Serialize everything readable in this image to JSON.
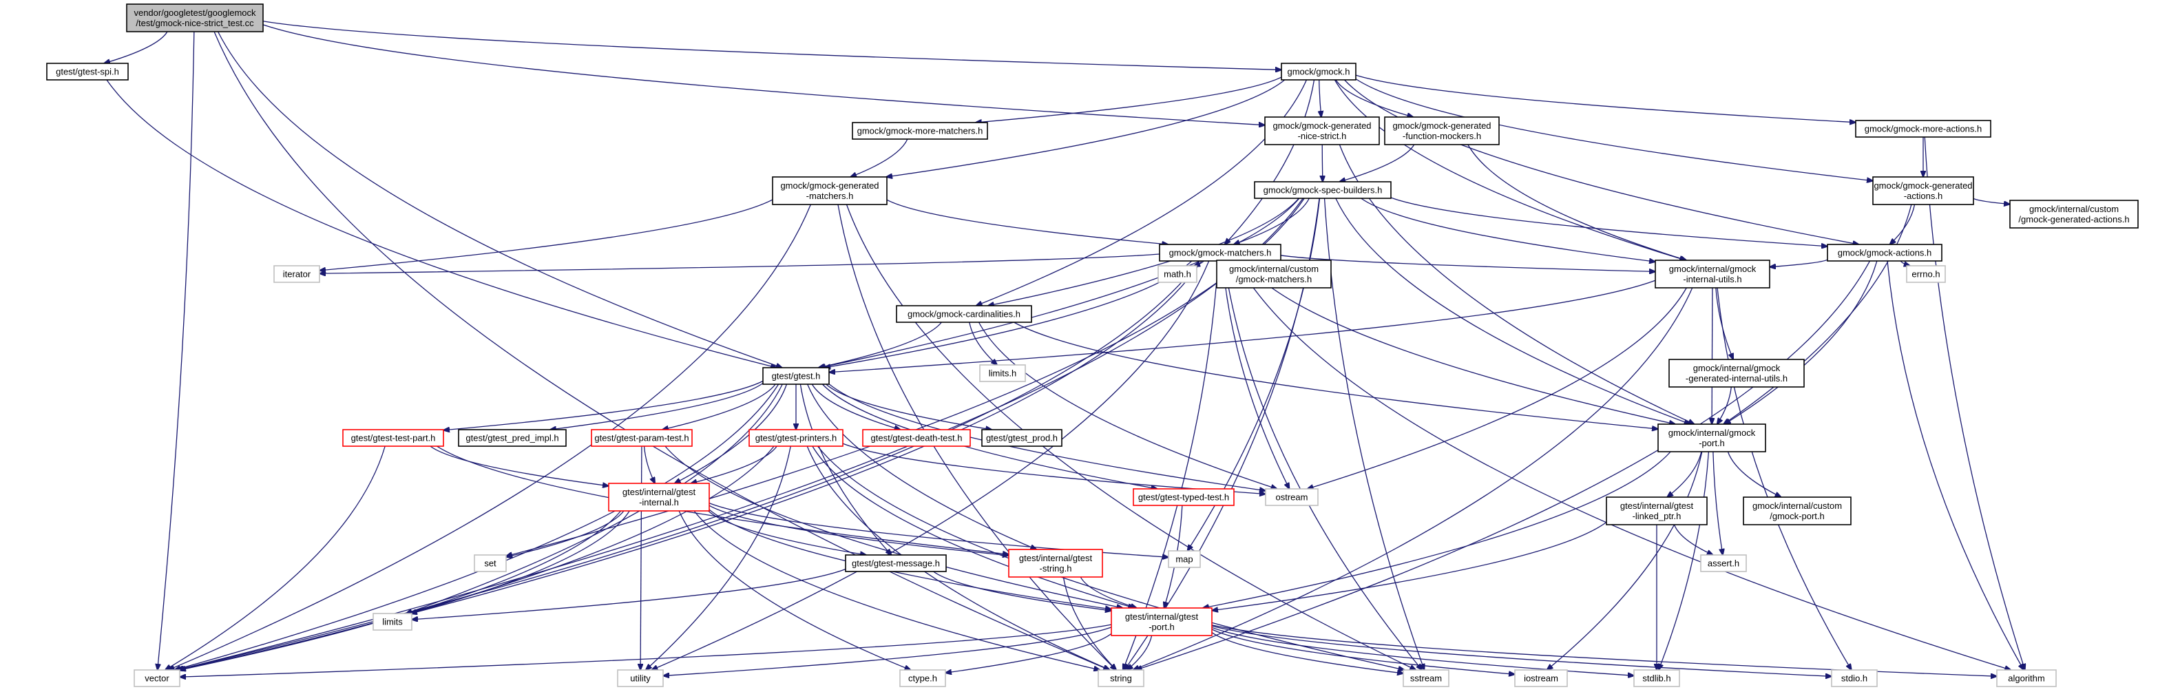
{
  "title": "vendor/googletest/googlemock/test/gmock-nice-strict_test.cc",
  "colors": {
    "edge": "#191970",
    "node_border_normal": "#000000",
    "node_border_incomplete": "#ff0000",
    "node_border_system": "#bfbfbf",
    "root_fill": "#bfbfbf"
  },
  "nodes": {
    "root": {
      "lines": [
        "vendor/googletest/googlemock",
        "/test/gmock-nice-strict_test.cc"
      ]
    },
    "gtest_spi": {
      "lines": [
        "gtest/gtest-spi.h"
      ]
    },
    "gmock_h": {
      "lines": [
        "gmock/gmock.h"
      ]
    },
    "more_matchers": {
      "lines": [
        "gmock/gmock-more-matchers.h"
      ]
    },
    "gen_nice_strict": {
      "lines": [
        "gmock/gmock-generated",
        "-nice-strict.h"
      ]
    },
    "gen_func_mockers": {
      "lines": [
        "gmock/gmock-generated",
        "-function-mockers.h"
      ]
    },
    "more_actions": {
      "lines": [
        "gmock/gmock-more-actions.h"
      ]
    },
    "gen_matchers": {
      "lines": [
        "gmock/gmock-generated",
        "-matchers.h"
      ]
    },
    "spec_builders": {
      "lines": [
        "gmock/gmock-spec-builders.h"
      ]
    },
    "gen_actions": {
      "lines": [
        "gmock/gmock-generated",
        "-actions.h"
      ]
    },
    "custom_gen_actions": {
      "lines": [
        "gmock/internal/custom",
        "/gmock-generated-actions.h"
      ]
    },
    "matchers": {
      "lines": [
        "gmock/gmock-matchers.h"
      ]
    },
    "actions": {
      "lines": [
        "gmock/gmock-actions.h"
      ]
    },
    "iterator": {
      "lines": [
        "iterator"
      ]
    },
    "math": {
      "lines": [
        "math.h"
      ]
    },
    "custom_matchers": {
      "lines": [
        "gmock/internal/custom",
        "/gmock-matchers.h"
      ]
    },
    "internal_utils": {
      "lines": [
        "gmock/internal/gmock",
        "-internal-utils.h"
      ]
    },
    "errno": {
      "lines": [
        "errno.h"
      ]
    },
    "cardinalities": {
      "lines": [
        "gmock/gmock-cardinalities.h"
      ]
    },
    "limits_h": {
      "lines": [
        "limits.h"
      ]
    },
    "gtest_h": {
      "lines": [
        "gtest/gtest.h"
      ]
    },
    "gen_internal_utils": {
      "lines": [
        "gmock/internal/gmock",
        "-generated-internal-utils.h"
      ]
    },
    "test_part": {
      "lines": [
        "gtest/gtest-test-part.h"
      ]
    },
    "pred_impl": {
      "lines": [
        "gtest/gtest_pred_impl.h"
      ]
    },
    "param_test": {
      "lines": [
        "gtest/gtest-param-test.h"
      ]
    },
    "printers": {
      "lines": [
        "gtest/gtest-printers.h"
      ]
    },
    "death_test": {
      "lines": [
        "gtest/gtest-death-test.h"
      ]
    },
    "prod": {
      "lines": [
        "gtest/gtest_prod.h"
      ]
    },
    "gmock_port": {
      "lines": [
        "gmock/internal/gmock",
        "-port.h"
      ]
    },
    "typed_test": {
      "lines": [
        "gtest/gtest-typed-test.h"
      ]
    },
    "ostream": {
      "lines": [
        "ostream"
      ]
    },
    "gtest_internal": {
      "lines": [
        "gtest/internal/gtest",
        "-internal.h"
      ]
    },
    "linked_ptr": {
      "lines": [
        "gtest/internal/gtest",
        "-linked_ptr.h"
      ]
    },
    "custom_port": {
      "lines": [
        "gmock/internal/custom",
        "/gmock-port.h"
      ]
    },
    "set": {
      "lines": [
        "set"
      ]
    },
    "message": {
      "lines": [
        "gtest/gtest-message.h"
      ]
    },
    "gtest_string": {
      "lines": [
        "gtest/internal/gtest",
        "-string.h"
      ]
    },
    "map": {
      "lines": [
        "map"
      ]
    },
    "assert": {
      "lines": [
        "assert.h"
      ]
    },
    "limits": {
      "lines": [
        "limits"
      ]
    },
    "gtest_port": {
      "lines": [
        "gtest/internal/gtest",
        "-port.h"
      ]
    },
    "vector": {
      "lines": [
        "vector"
      ]
    },
    "utility": {
      "lines": [
        "utility"
      ]
    },
    "ctype": {
      "lines": [
        "ctype.h"
      ]
    },
    "string": {
      "lines": [
        "string"
      ]
    },
    "sstream": {
      "lines": [
        "sstream"
      ]
    },
    "iostream": {
      "lines": [
        "iostream"
      ]
    },
    "stdlib": {
      "lines": [
        "stdlib.h"
      ]
    },
    "stdio": {
      "lines": [
        "stdio.h"
      ]
    },
    "algorithm": {
      "lines": [
        "algorithm"
      ]
    }
  }
}
